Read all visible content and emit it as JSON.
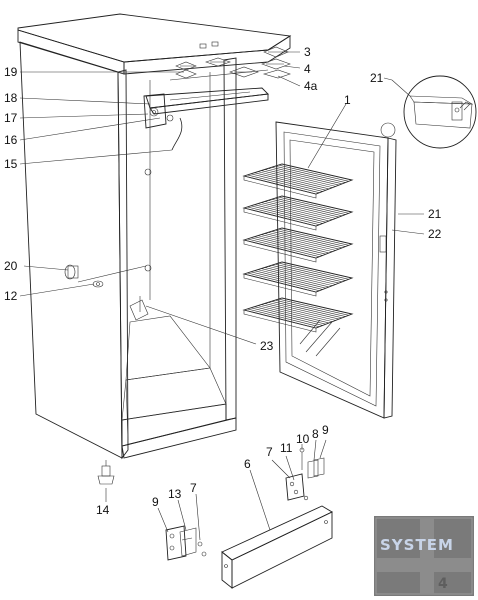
{
  "labels": {
    "l1": "1",
    "l3": "3",
    "l4": "4",
    "l4a": "4a",
    "l6": "6",
    "l7a": "7",
    "l7b": "7",
    "l8": "8",
    "l9a": "9",
    "l9b": "9",
    "l10": "10",
    "l11": "11",
    "l12": "12",
    "l13": "13",
    "l14": "14",
    "l15": "15",
    "l16": "16",
    "l17": "17",
    "l18": "18",
    "l19": "19",
    "l20": "20",
    "l21a": "21",
    "l21b": "21",
    "l22": "22",
    "l23": "23"
  },
  "logo": {
    "text": "SYSTEM",
    "badge_text": "4"
  },
  "colors": {
    "line": "#222222",
    "logo_bg": "#7a7a7a",
    "logo_text": "#c8d4e8"
  }
}
